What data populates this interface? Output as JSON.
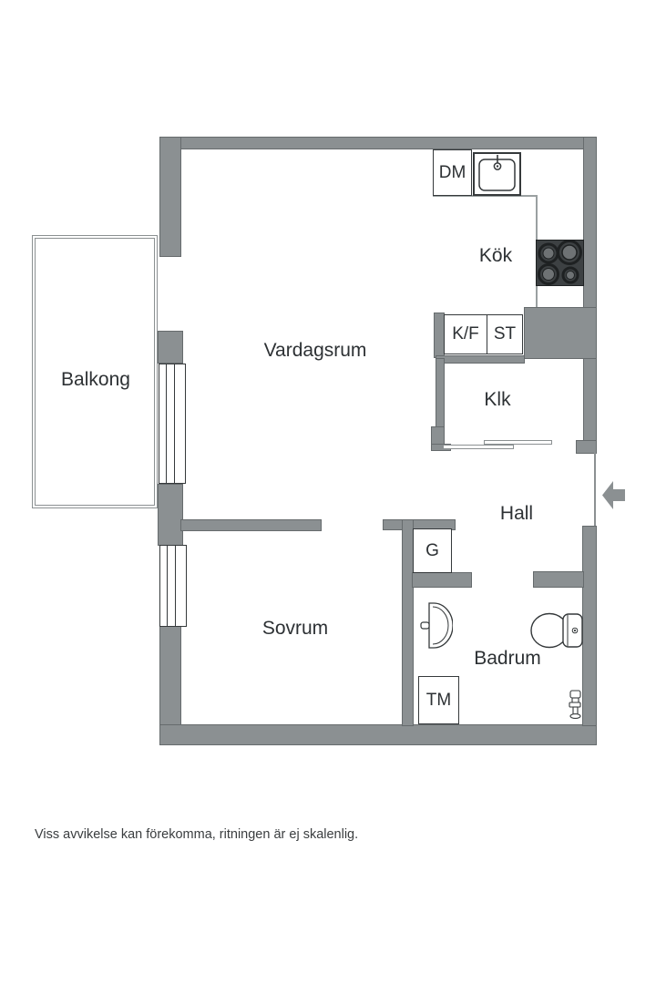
{
  "colors": {
    "background": "#ffffff",
    "wall": "#8b9092",
    "wall_line": "#666b6d",
    "fixture_line": "#35393b",
    "thin_line": "#9aa0a1",
    "text": "#2d3134",
    "stove_bg": "#3d4143",
    "stove_ring": "#1e2122",
    "burner": "#6e7274"
  },
  "plan": {
    "rooms": {
      "balkong": "Balkong",
      "vardagsrum": "Vardagsrum",
      "kok": "Kök",
      "klk": "Klk",
      "hall": "Hall",
      "sovrum": "Sovrum",
      "badrum": "Badrum"
    },
    "fixtures": {
      "dm": "DM",
      "kf": "K/F",
      "st": "ST",
      "g": "G",
      "tm": "TM"
    },
    "icons": {
      "sink-icon": "square with rounded basin and faucet",
      "stove-icon": "dark square with 4 burners",
      "toilet-icon": "oval bowl with tank",
      "washbasin-icon": "D-shaped basin with tap",
      "shower-icon": "wall shower mixer",
      "entrance-arrow-icon": "left-pointing gray arrow",
      "sliding-door-icon": "two overlapping thin panels",
      "window-icon": "framed unit with double mullion"
    }
  },
  "footer": {
    "disclaimer": "Viss avvikelse kan förekomma, ritningen är ej skalenlig."
  }
}
